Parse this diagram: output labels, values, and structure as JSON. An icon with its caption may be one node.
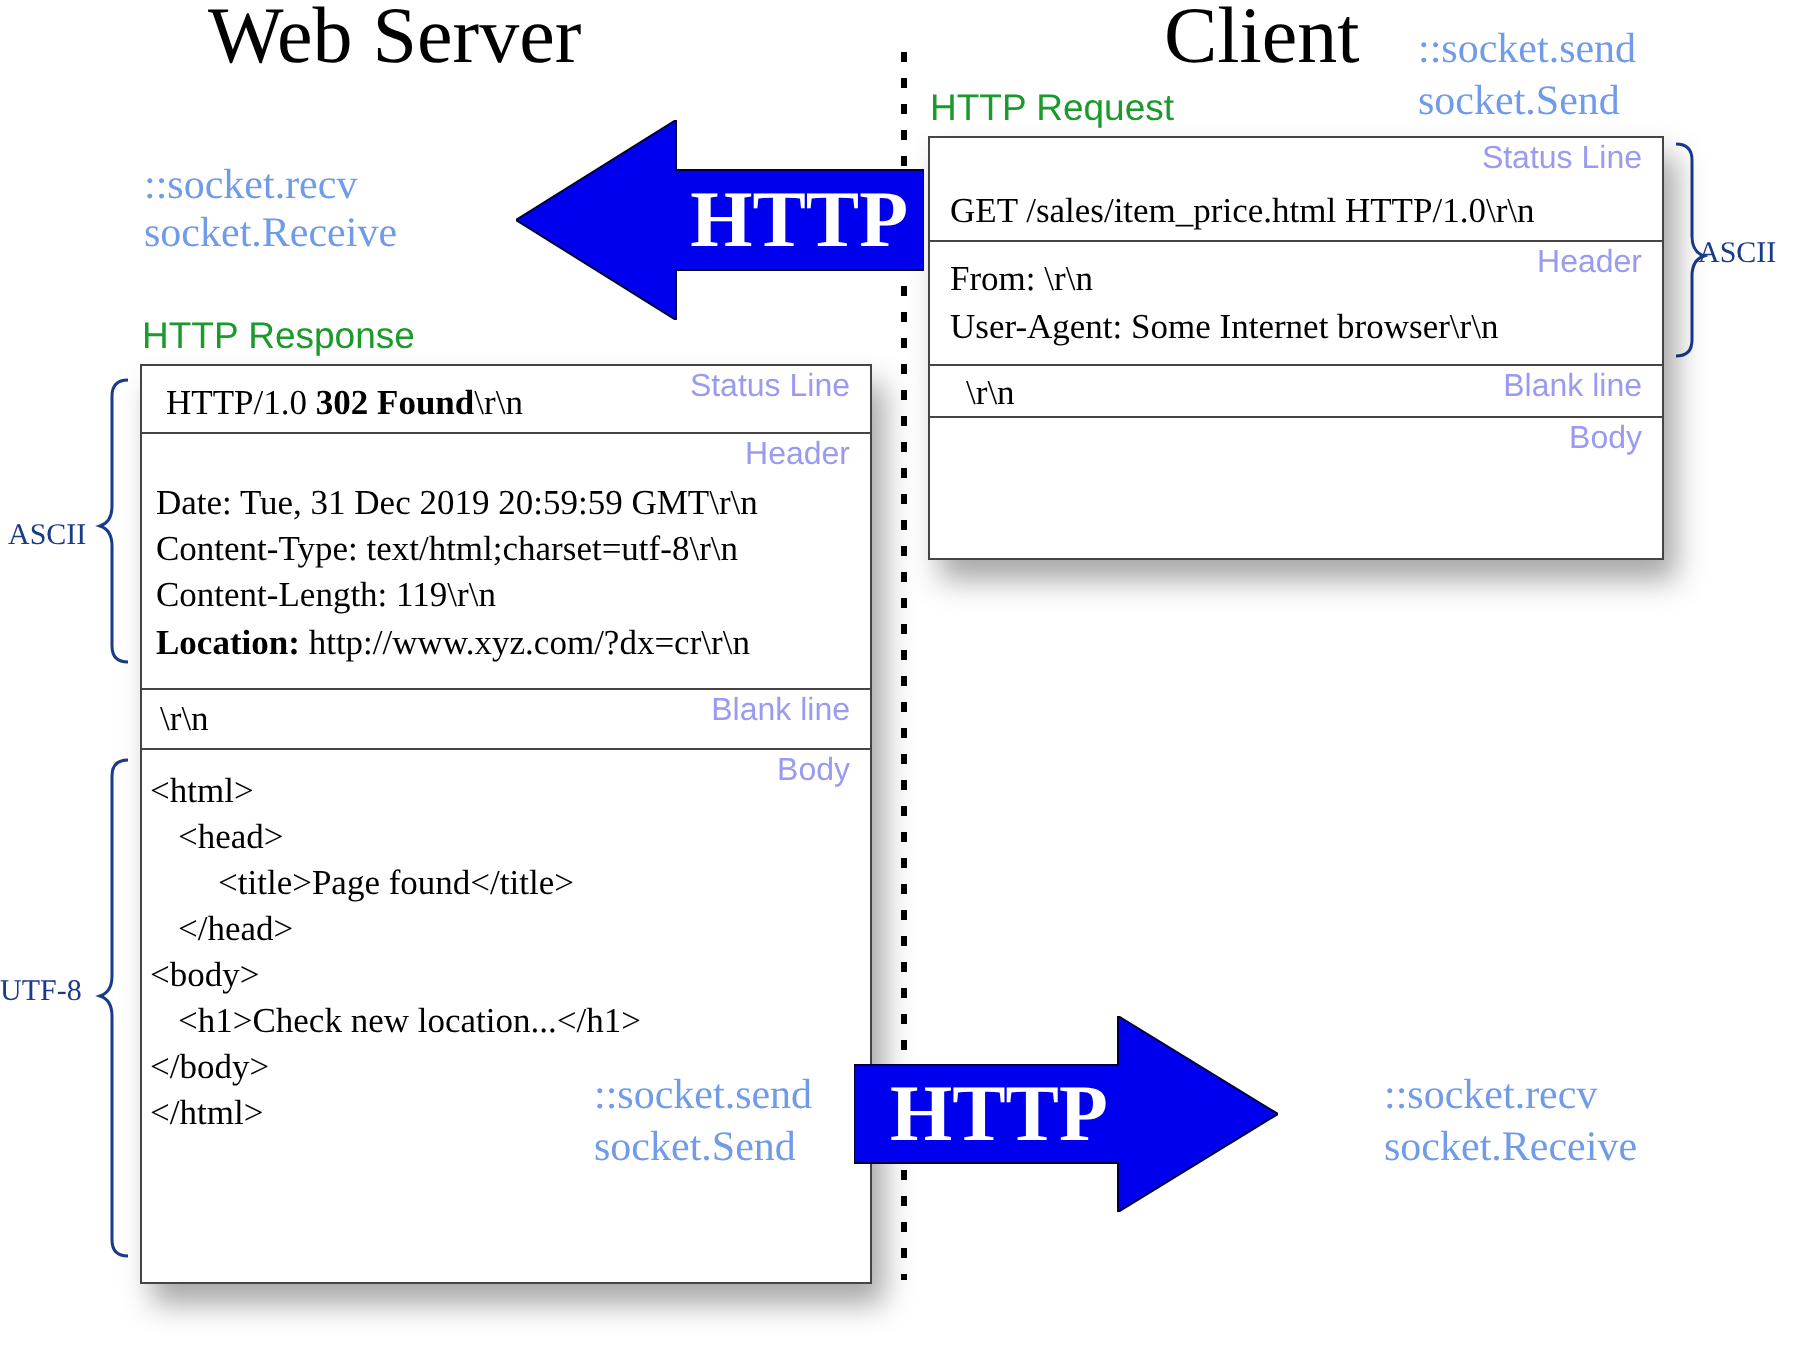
{
  "diagram": {
    "nodes": [
      {
        "text": [
          "HTTP Request"
        ]
      },
      {
        "text": [
          "Status Line",
          "GET /sales/item_price.html HTTP/1.0\\r\\n"
        ],
        "in": 0
      },
      {
        "text": [
          "Header",
          "From: \\r\\n",
          "User-Agent: Some Internet browser\\r\\n"
        ],
        "in": 0
      },
      {
        "text": [
          "\\r\\n",
          "Blank line"
        ],
        "in": 0
      },
      {
        "text": [
          "Body"
        ],
        "in": 0
      },
      {
        "text": [
          "HTTP Response"
        ]
      },
      {
        "text": [
          "HTTP/1.0 **302 Found**\\r\\n",
          "Status Line"
        ],
        "in": 5
      },
      {
        "text": [
          "Header",
          "Date: Tue, 31 Dec 2019 20:59:59 GMT\\r\\n",
          "Content-Type: text/html;charset=utf-8\\r\\n",
          "Content-Length: 119\\r\\n",
          "**Location:** http://www.xyz.com/?dx=cr\\r\\n"
        ],
        "in": 5
      },
      {
        "text": [
          "\\r\\n",
          "Blank line"
        ],
        "in": 5
      },
      {
        "text": [
          "Body",
          "<html>",
          "<head>",
          "<title>Page found</title>",
          "</head>",
          "<body>",
          "<h1>Check new location...</h1>",
          "</body>",
          "</html>"
        ],
        "in": 5
      },
      {
        "text": [
          "HTTP"
        ]
      },
      {
        "text": [
          "HTTP"
        ]
      }
    ],
    "labels": [
      "Web Server",
      "Client",
      "::socket.send",
      "socket.Send",
      "::socket.recv",
      "socket.Receive",
      "ASCII",
      "ASCII",
      "UTF-8",
      "::socket.send",
      "socket.Send",
      "::socket.recv",
      "socket.Receive"
    ]
  }
}
